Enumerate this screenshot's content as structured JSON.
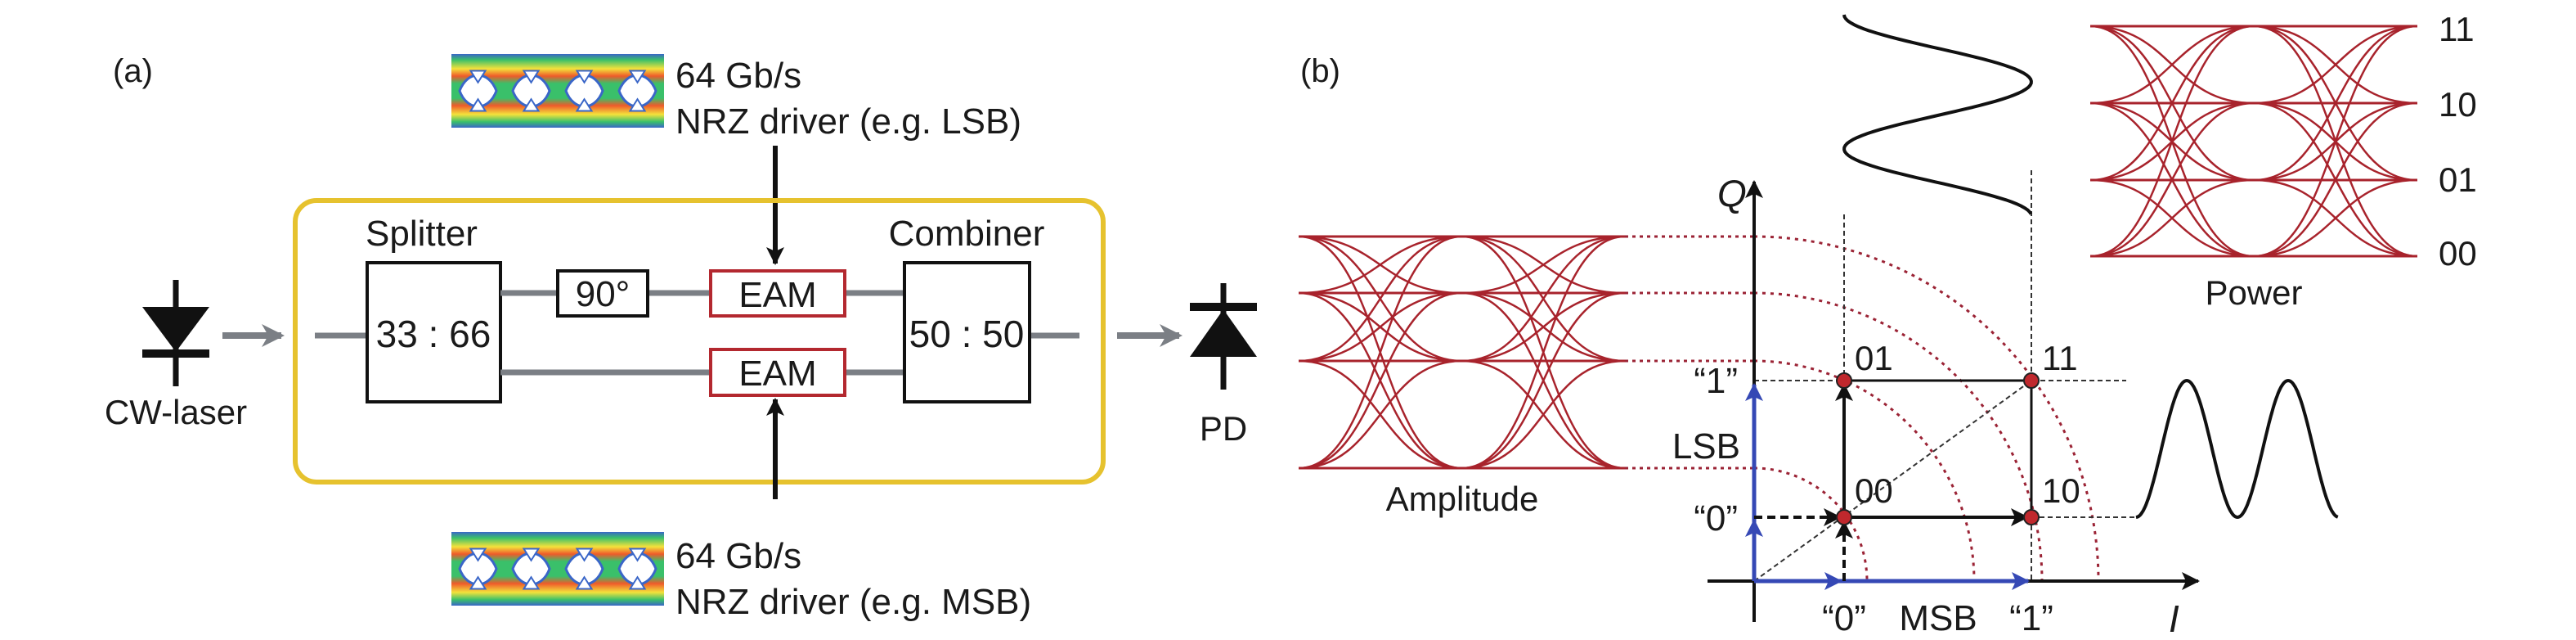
{
  "panel_a": {
    "label": "(a)",
    "top_driver": {
      "rate": "64 Gb/s",
      "desc": "NRZ driver (e.g. LSB)"
    },
    "bottom_driver": {
      "rate": "64 Gb/s",
      "desc": "NRZ driver (e.g. MSB)"
    },
    "source_label": "CW-laser",
    "splitter": {
      "title": "Splitter",
      "ratio": "33 : 66"
    },
    "phase_shifter": "90°",
    "modulator_top": "EAM",
    "modulator_bottom": "EAM",
    "combiner": {
      "title": "Combiner",
      "ratio": "50 : 50"
    },
    "detector_label": "PD"
  },
  "panel_b": {
    "label": "(b)",
    "amplitude_label": "Amplitude",
    "power_label": "Power",
    "power_levels": [
      "11",
      "10",
      "01",
      "00"
    ],
    "axis_q": "Q",
    "axis_i": "I",
    "lsb_label": "LSB",
    "msb_label": "MSB",
    "q_ticks": [
      "“1”",
      "“0”"
    ],
    "i_ticks": [
      "“0”",
      "“1”"
    ],
    "constellation": [
      {
        "symbol": "01",
        "i": 0,
        "q": 1
      },
      {
        "symbol": "11",
        "i": 1,
        "q": 1
      },
      {
        "symbol": "00",
        "i": 0,
        "q": 0
      },
      {
        "symbol": "10",
        "i": 1,
        "q": 0
      }
    ]
  },
  "colors": {
    "frame": "#e6c22e",
    "eam": "#b3282f",
    "eye": "#a8232c",
    "waveguide": "#7b7f85",
    "lsb_msb_arrow": "#3548b5",
    "point": "#c0282d"
  }
}
